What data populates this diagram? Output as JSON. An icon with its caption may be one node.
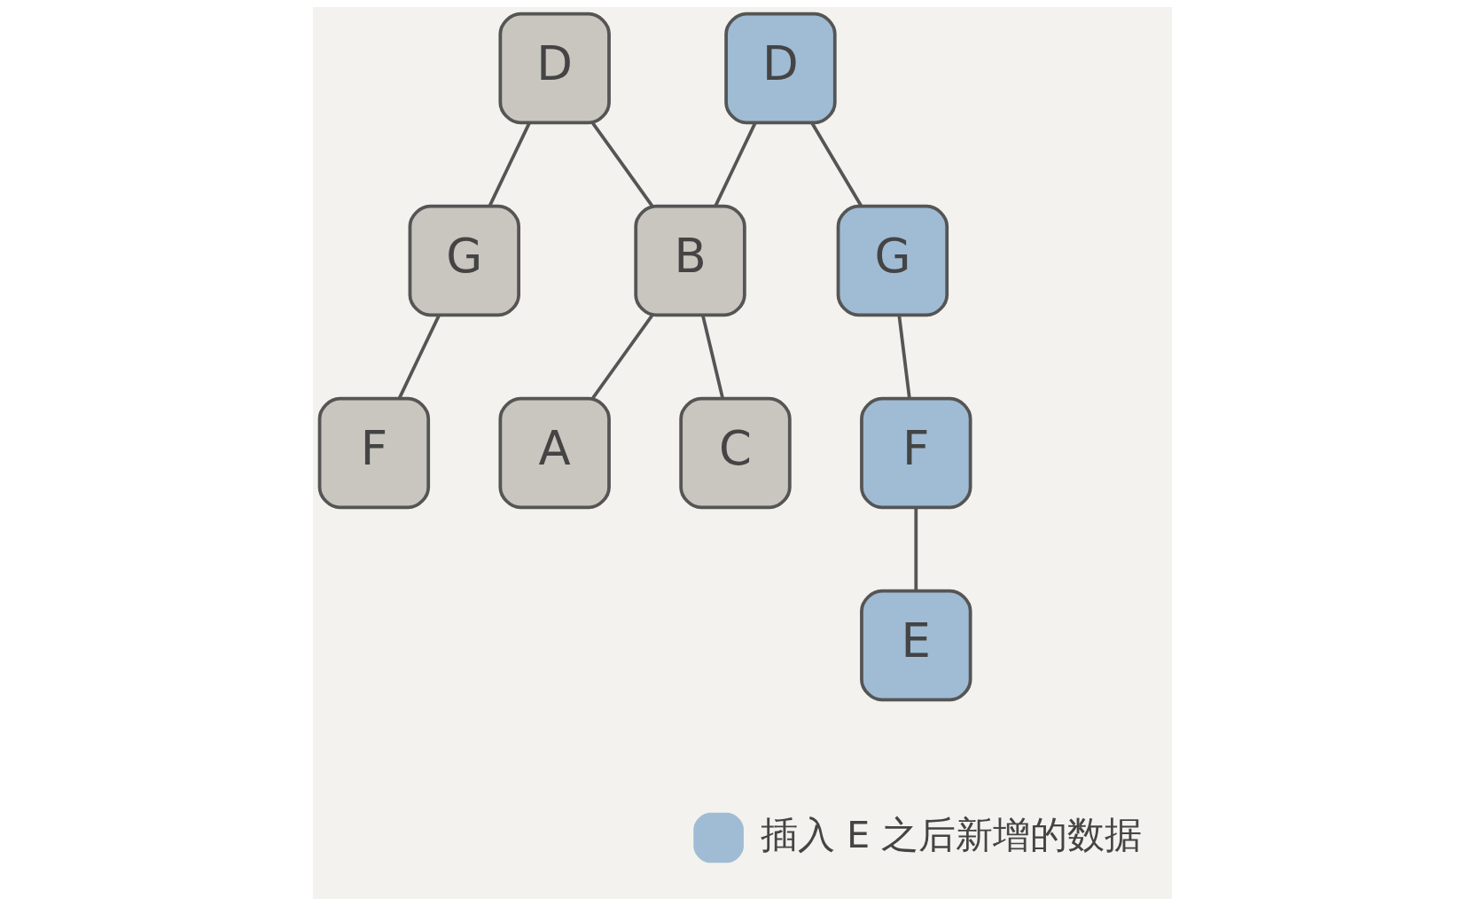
{
  "diagram": {
    "nodes": [
      {
        "text": [
          "D"
        ]
      },
      {
        "text": [
          "B"
        ]
      },
      {
        "text": [
          "G"
        ]
      },
      {
        "text": [
          "A"
        ]
      },
      {
        "text": [
          "C"
        ]
      },
      {
        "text": [
          "F"
        ]
      },
      {
        "text": [
          "D"
        ]
      },
      {
        "text": [
          "G"
        ]
      },
      {
        "text": [
          "F"
        ]
      },
      {
        "text": [
          "E"
        ]
      }
    ],
    "edges": [
      {
        "from": 0,
        "to": 1,
        "arrow": "none"
      },
      {
        "from": 0,
        "to": 2,
        "arrow": "none"
      },
      {
        "from": 6,
        "to": 1,
        "arrow": "none"
      },
      {
        "from": 6,
        "to": 7,
        "arrow": "none"
      },
      {
        "from": 1,
        "to": 3,
        "arrow": "none"
      },
      {
        "from": 1,
        "to": 4,
        "arrow": "none"
      },
      {
        "from": 2,
        "to": 5,
        "arrow": "none"
      },
      {
        "from": 7,
        "to": 8,
        "arrow": "none"
      },
      {
        "from": 8,
        "to": 9,
        "arrow": "none"
      }
    ],
    "legend": [
      {
        "text": "插入 E 之后新增的数据",
        "color": "#a0bcd4"
      }
    ]
  }
}
